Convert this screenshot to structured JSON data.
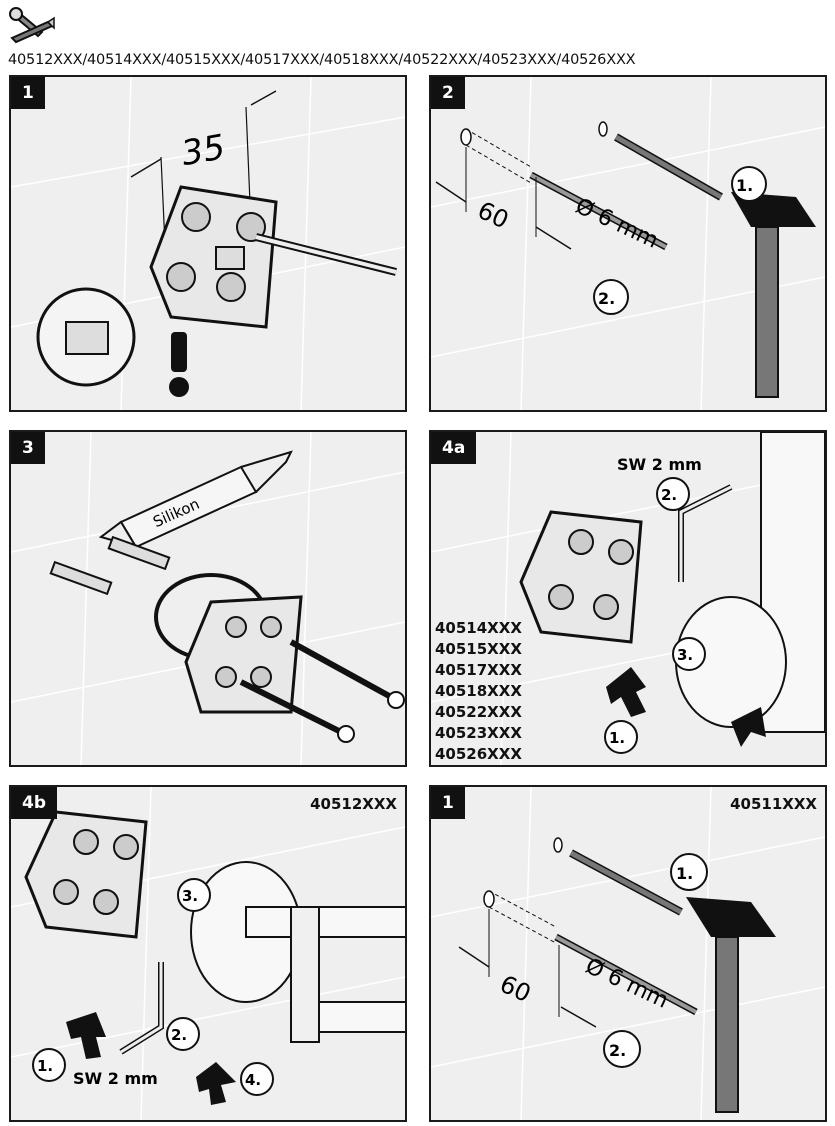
{
  "header": {
    "tools_icon": "wrench-screwdriver-icon",
    "model_line": "40512XXX/40514XXX/40515XXX/40517XXX/40518XXX/40522XXX/40523XXX/40526XXX"
  },
  "panels": {
    "p1": {
      "step": "1",
      "dimension": "35"
    },
    "p2": {
      "step": "2",
      "depth": "60",
      "drill": "Ø 6 mm",
      "callout1": "1.",
      "callout2": "2."
    },
    "p3": {
      "step": "3",
      "silicone": "Silikon"
    },
    "p4a": {
      "step": "4a",
      "tool": "SW 2 mm",
      "callout1": "1.",
      "callout2": "2.",
      "callout3": "3.",
      "models": [
        "40514XXX",
        "40515XXX",
        "40517XXX",
        "40518XXX",
        "40522XXX",
        "40523XXX",
        "40526XXX"
      ]
    },
    "p4b": {
      "step": "4b",
      "model": "40512XXX",
      "tool": "SW 2 mm",
      "callout1": "1.",
      "callout2": "2.",
      "callout3": "3.",
      "callout4": "4."
    },
    "p1b": {
      "step": "1",
      "model": "40511XXX",
      "depth": "60",
      "drill": "Ø 6 mm",
      "callout1": "1.",
      "callout2": "2."
    }
  }
}
